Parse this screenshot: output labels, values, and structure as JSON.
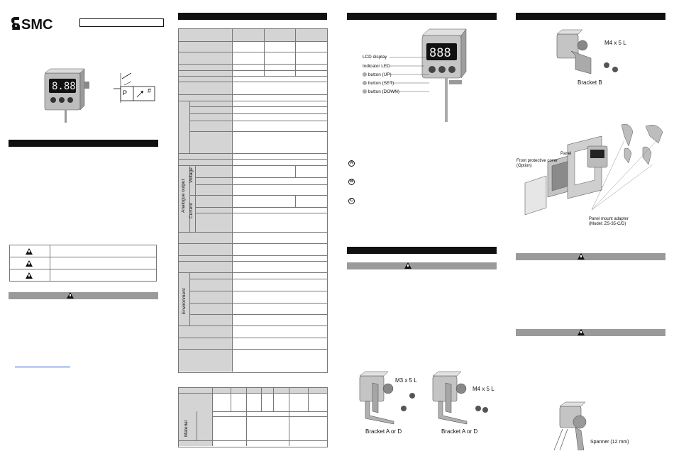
{
  "brand": {
    "logo": "SMC"
  },
  "symbol": {
    "p": "P",
    "hash": "#"
  },
  "lcd": {
    "digits": "888"
  },
  "spec_table": {
    "analogue_output_label": "Analogue output",
    "voltage_label": "Voltage",
    "current_label": "Current",
    "environment_label": "Environment"
  },
  "material_table": {
    "material_label": "Material"
  },
  "parts": {
    "labels": [
      "LCD display",
      "Indicator LED",
      "button (UP)",
      "button (SET)",
      "button (DOWN)"
    ]
  },
  "mount": {
    "screw_m3": "M3 x 5 L",
    "screw_m4": "M4 x 5 L",
    "bracket_ad": "Bracket A or D",
    "bracket_b": "Bracket B"
  },
  "panel": {
    "panel": "Panel",
    "front_cover": "Front protective cover\n(Option)",
    "adapter": "Panel mount adapter\n(Model: ZS-35-C/D)"
  },
  "spanner": "Spanner (12 mm)",
  "colors": {
    "header_bar": "#111111",
    "caution_bar": "#9a9a9a",
    "link": "#1a3fd4"
  },
  "icons": [
    "warning-icon",
    "indicator-button-icon"
  ]
}
